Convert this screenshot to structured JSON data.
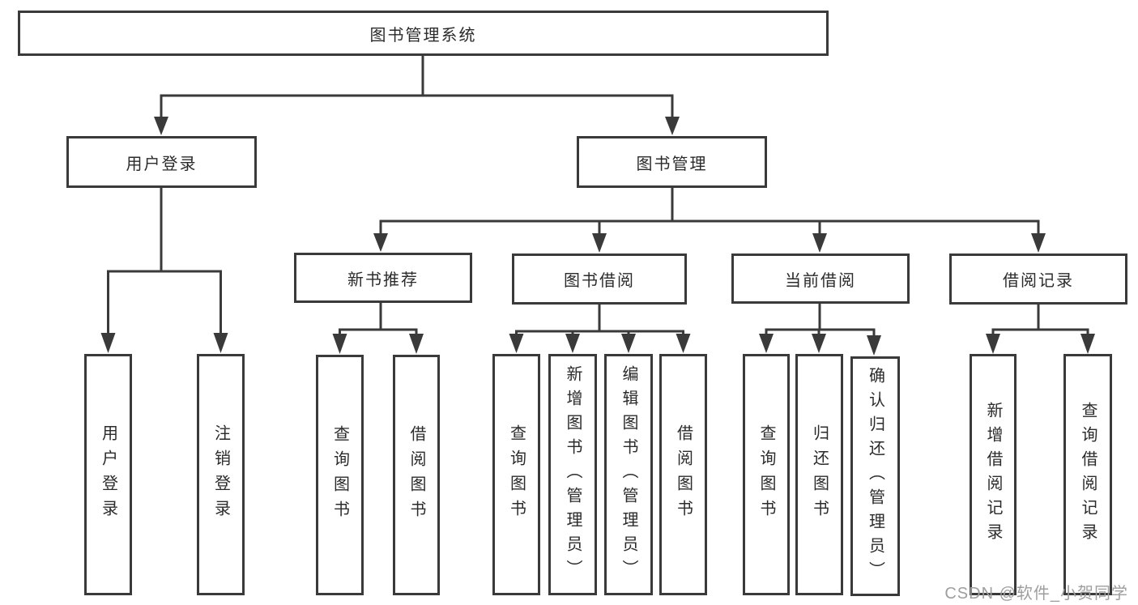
{
  "diagram": {
    "root": {
      "label": "图书管理系统"
    },
    "branches": [
      {
        "label": "用户登录",
        "children": [
          {
            "label": "用户登录"
          },
          {
            "label": "注销登录"
          }
        ]
      },
      {
        "label": "图书管理",
        "children": [
          {
            "label": "新书推荐",
            "children": [
              {
                "label": "查询图书"
              },
              {
                "label": "借阅图书"
              }
            ]
          },
          {
            "label": "图书借阅",
            "children": [
              {
                "label": "查询图书"
              },
              {
                "label": "新增图书（管理员）"
              },
              {
                "label": "编辑图书（管理员）"
              },
              {
                "label": "借阅图书"
              }
            ]
          },
          {
            "label": "当前借阅",
            "children": [
              {
                "label": "查询图书"
              },
              {
                "label": "归还图书"
              },
              {
                "label": "确认归还（管理员）"
              }
            ]
          },
          {
            "label": "借阅记录",
            "children": [
              {
                "label": "新增借阅记录"
              },
              {
                "label": "查询借阅记录"
              }
            ]
          }
        ]
      }
    ],
    "watermark": "CSDN @软件_小贺同学",
    "colors": {
      "line": "#3a3a3a",
      "text": "#2b2b2b",
      "watermark": "#9e9e9e",
      "background": "#ffffff"
    }
  }
}
